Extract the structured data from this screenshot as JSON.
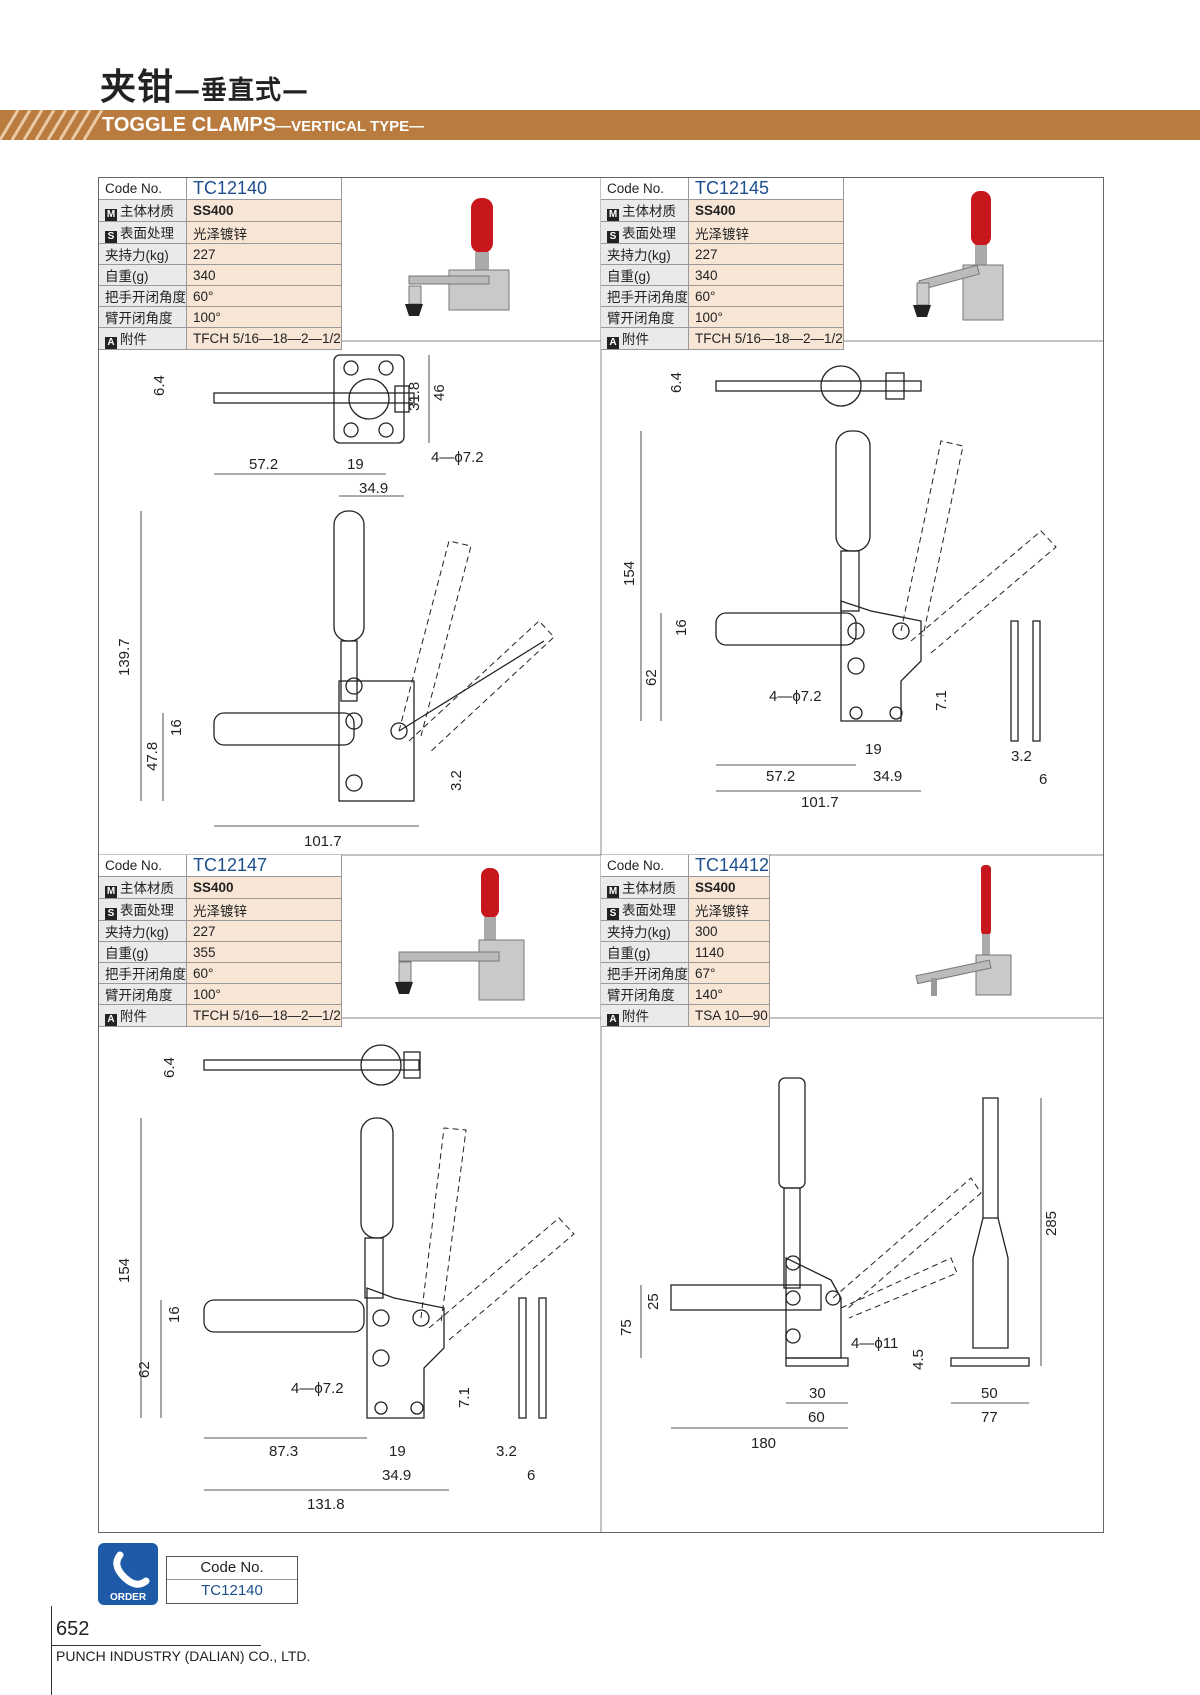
{
  "header": {
    "title_cn": "夹钳",
    "title_cn_sub": "—垂直式—",
    "title_en": "TOGGLE CLAMPS",
    "title_en_sub": "—VERTICAL TYPE—"
  },
  "labels": {
    "code_no": "Code No.",
    "material": "主体材质",
    "surface": "表面处理",
    "clamp_force": "夹持力(kg)",
    "weight": "自重(g)",
    "handle_angle": "把手开闭角度",
    "arm_angle": "臂开闭角度",
    "accessory": "附件",
    "mark_m": "M",
    "mark_s": "S",
    "mark_a": "A"
  },
  "products": [
    {
      "code": "TC12140",
      "material": "SS400",
      "surface": "光泽镀锌",
      "force": "227",
      "weight": "340",
      "handle_angle": "60°",
      "arm_angle": "100°",
      "accessory": "TFCH 5/16—18—2—1/2",
      "dims": {
        "d1": "6.4",
        "d2": "31.8",
        "d3": "46",
        "d4": "57.2",
        "d5": "19",
        "d6": "4—ϕ7.2",
        "d7": "34.9",
        "d8": "139.7",
        "d9": "16",
        "d10": "47.8",
        "d11": "3.2",
        "d12": "101.7"
      }
    },
    {
      "code": "TC12145",
      "material": "SS400",
      "surface": "光泽镀锌",
      "force": "227",
      "weight": "340",
      "handle_angle": "60°",
      "arm_angle": "100°",
      "accessory": "TFCH 5/16—18—2—1/2",
      "dims": {
        "d1": "6.4",
        "d2": "154",
        "d3": "16",
        "d4": "62",
        "d5": "4—ϕ7.2",
        "d6": "7.1",
        "d7": "19",
        "d8": "57.2",
        "d9": "34.9",
        "d10": "101.7",
        "d11": "3.2",
        "d12": "6"
      }
    },
    {
      "code": "TC12147",
      "material": "SS400",
      "surface": "光泽镀锌",
      "force": "227",
      "weight": "355",
      "handle_angle": "60°",
      "arm_angle": "100°",
      "accessory": "TFCH 5/16—18—2—1/2",
      "dims": {
        "d1": "6.4",
        "d2": "154",
        "d3": "16",
        "d4": "62",
        "d5": "4—ϕ7.2",
        "d6": "7.1",
        "d7": "87.3",
        "d8": "19",
        "d9": "34.9",
        "d10": "3.2",
        "d11": "6",
        "d12": "131.8"
      }
    },
    {
      "code": "TC14412",
      "material": "SS400",
      "surface": "光泽镀锌",
      "force": "300",
      "weight": "1140",
      "handle_angle": "67°",
      "arm_angle": "140°",
      "accessory": "TSA 10—90",
      "dims": {
        "d1": "285",
        "d2": "25",
        "d3": "75",
        "d4": "4—ϕ11",
        "d5": "4.5",
        "d6": "30",
        "d7": "60",
        "d8": "180",
        "d9": "50",
        "d10": "77"
      }
    }
  ],
  "order": {
    "logo_text": "ORDER",
    "label": "Code No.",
    "value": "TC12140"
  },
  "footer": {
    "page": "652",
    "company": "PUNCH INDUSTRY (DALIAN) CO., LTD."
  },
  "colors": {
    "banner": "#b97b3e",
    "code_blue": "#1d4f8f",
    "value_bg": "#f7e6d5",
    "handle_red": "#c8161d"
  }
}
